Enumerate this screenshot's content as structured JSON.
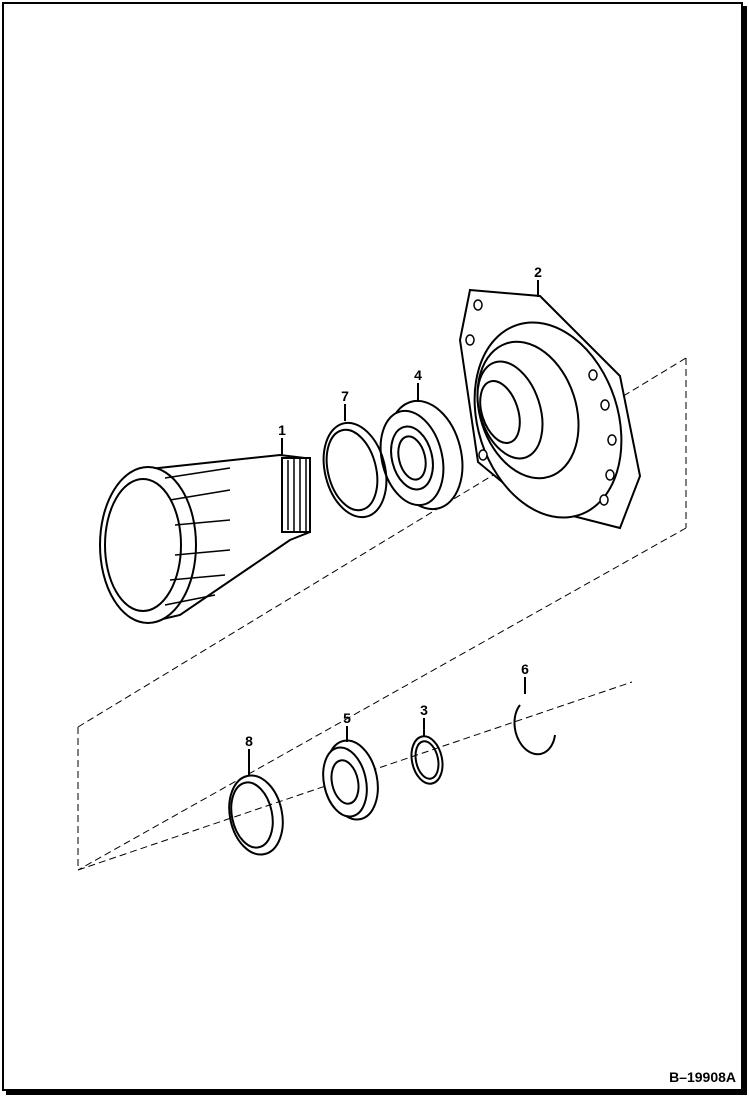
{
  "diagram": {
    "reference_code": "B–19908A",
    "callouts": [
      {
        "label": "1",
        "part": "output-shaft"
      },
      {
        "label": "2",
        "part": "flange-housing"
      },
      {
        "label": "3",
        "part": "snap-ring-small"
      },
      {
        "label": "4",
        "part": "bearing-large"
      },
      {
        "label": "5",
        "part": "bearing-small"
      },
      {
        "label": "6",
        "part": "snap-ring-open"
      },
      {
        "label": "7",
        "part": "seal-ring"
      },
      {
        "label": "8",
        "part": "seal-ring-lower"
      }
    ]
  }
}
